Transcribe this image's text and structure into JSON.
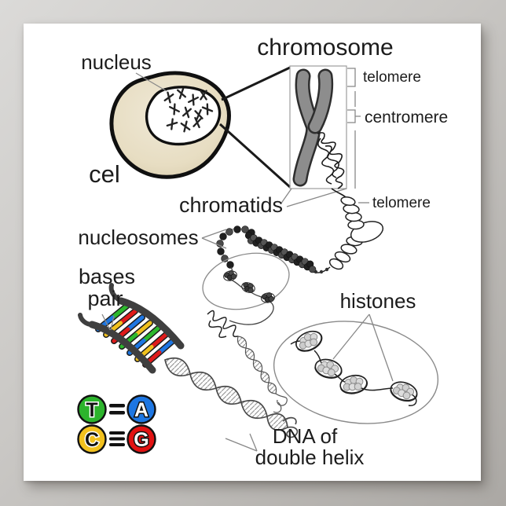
{
  "poster": {
    "labels": {
      "nucleus": "nucleus",
      "cell": "cel",
      "chromosome": "chromosome",
      "telomere_top": "telomere",
      "centromere": "centromere",
      "chromatids": "chromatids",
      "telomere_mid": "telomere",
      "nucleosomes": "nucleosomes",
      "bases_line1": "bases",
      "bases_line2": "pair",
      "histones": "histones",
      "dna_line1": "DNA of",
      "dna_line2": "double helix"
    },
    "legend": {
      "rows": [
        {
          "left_letter": "T",
          "left_color": "#2cb42c",
          "bond": "double",
          "right_letter": "A",
          "right_color": "#1d76e2"
        },
        {
          "left_letter": "C",
          "left_color": "#f2c11e",
          "bond": "triple",
          "right_letter": "G",
          "right_color": "#e11212"
        }
      ]
    },
    "colors": {
      "backdrop": "#c6c3bf",
      "poster_bg": "#ffffff",
      "cell_fill": "#e9e0c8",
      "chromosome_gray": "#8d8d8d",
      "ink": "#1a1a1a",
      "base_green": "#2cb42c",
      "base_blue": "#1d76e2",
      "base_yellow": "#f2c11e",
      "base_red": "#e11212"
    }
  }
}
